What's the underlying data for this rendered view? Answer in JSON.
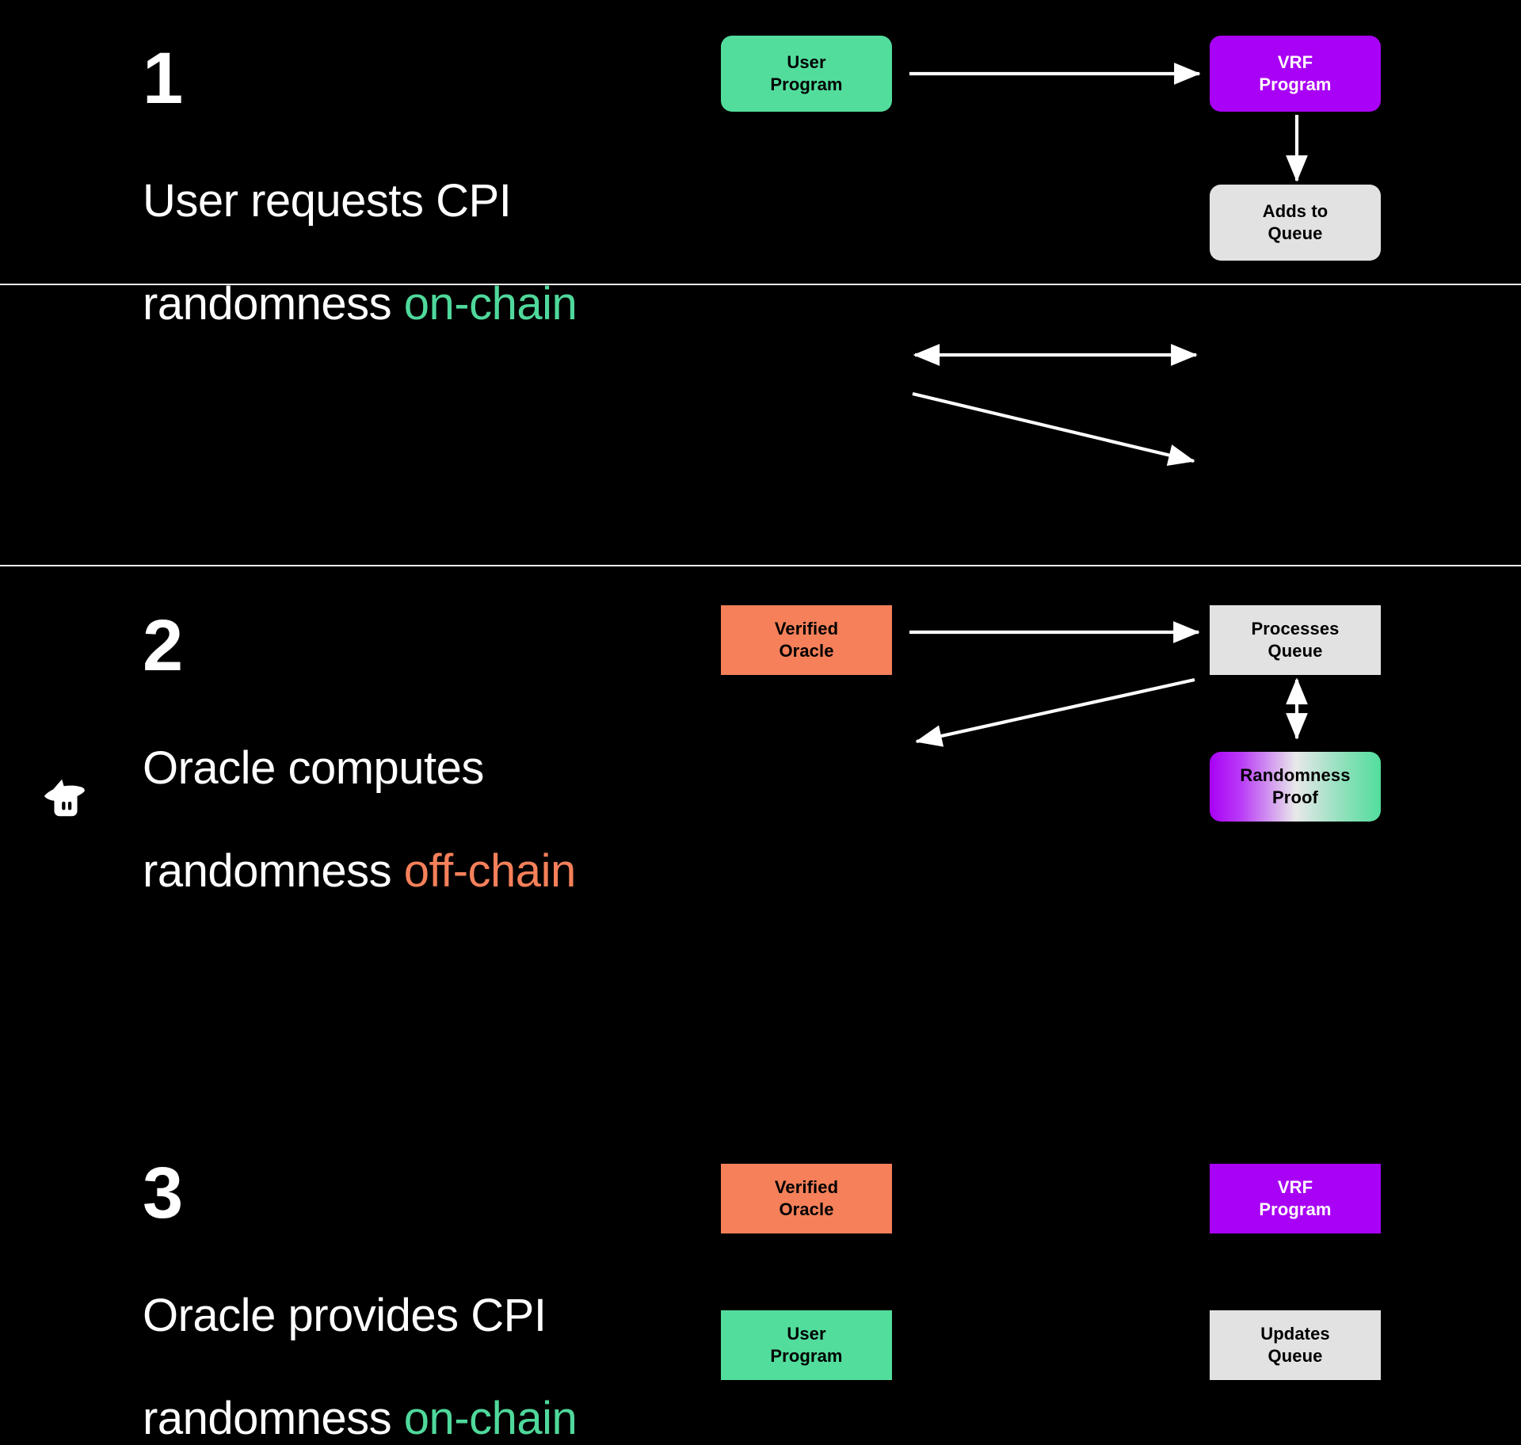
{
  "theme": {
    "background": "#000000",
    "text": "#ffffff",
    "divider": "#ffffff",
    "green": "#52dd9d",
    "green_accent": "#4fd89b",
    "purple": "#a901f5",
    "gray": "#e2e2e2",
    "orange": "#f5805a",
    "arrow": "#ffffff"
  },
  "brand": {
    "logo_icon": "switchboard-wizard-logo"
  },
  "steps": [
    {
      "number": "1",
      "line1": "User requests CPI",
      "line2_prefix": "randomness ",
      "line2_accent": "on-chain",
      "accent_color": "#4fd89b"
    },
    {
      "number": "2",
      "line1": "Oracle computes",
      "line2_prefix": "randomness ",
      "line2_accent": "off-chain",
      "accent_color": "#f5805a"
    },
    {
      "number": "3",
      "line1": "Oracle provides CPI",
      "line2_prefix": "randomness ",
      "line2_accent": "on-chain",
      "accent_color": "#4fd89b"
    }
  ],
  "diagram": {
    "section1": {
      "nodes": [
        {
          "id": "user-program",
          "line1": "User",
          "line2": "Program",
          "style": "green",
          "shape": "rounded"
        },
        {
          "id": "vrf-program",
          "line1": "VRF",
          "line2": "Program",
          "style": "purple",
          "shape": "rounded"
        },
        {
          "id": "adds-to-queue",
          "line1": "Adds to",
          "line2": "Queue",
          "style": "gray",
          "shape": "rounded"
        }
      ],
      "arrows": [
        {
          "id": "user-program-to-vrf-program",
          "direction": "right"
        },
        {
          "id": "vrf-program-to-adds-to-queue",
          "direction": "down"
        }
      ]
    },
    "section2": {
      "nodes": [
        {
          "id": "verified-oracle",
          "line1": "Verified",
          "line2": "Oracle",
          "style": "orange",
          "shape": "sharp"
        },
        {
          "id": "processes-queue",
          "line1": "Processes",
          "line2": "Queue",
          "style": "gray",
          "shape": "sharp"
        },
        {
          "id": "randomness-proof",
          "line1": "Randomness",
          "line2": "Proof",
          "style": "gradient",
          "shape": "rounded"
        }
      ],
      "arrows": [
        {
          "id": "verified-oracle-processes-queue",
          "direction": "both"
        },
        {
          "id": "verified-oracle-to-randomness-proof",
          "direction": "down-right"
        }
      ]
    },
    "section3": {
      "nodes": [
        {
          "id": "verified-oracle",
          "line1": "Verified",
          "line2": "Oracle",
          "style": "orange",
          "shape": "sharp"
        },
        {
          "id": "vrf-program",
          "line1": "VRF",
          "line2": "Program",
          "style": "purple",
          "shape": "sharp"
        },
        {
          "id": "user-program",
          "line1": "User",
          "line2": "Program",
          "style": "green",
          "shape": "sharp"
        },
        {
          "id": "updates-queue",
          "line1": "Updates",
          "line2": "Queue",
          "style": "gray",
          "shape": "sharp"
        }
      ],
      "arrows": [
        {
          "id": "verified-oracle-to-vrf-program",
          "direction": "right"
        },
        {
          "id": "vrf-program-to-user-program",
          "direction": "down-left"
        },
        {
          "id": "vrf-program-updates-queue",
          "direction": "both-vertical"
        }
      ]
    }
  }
}
